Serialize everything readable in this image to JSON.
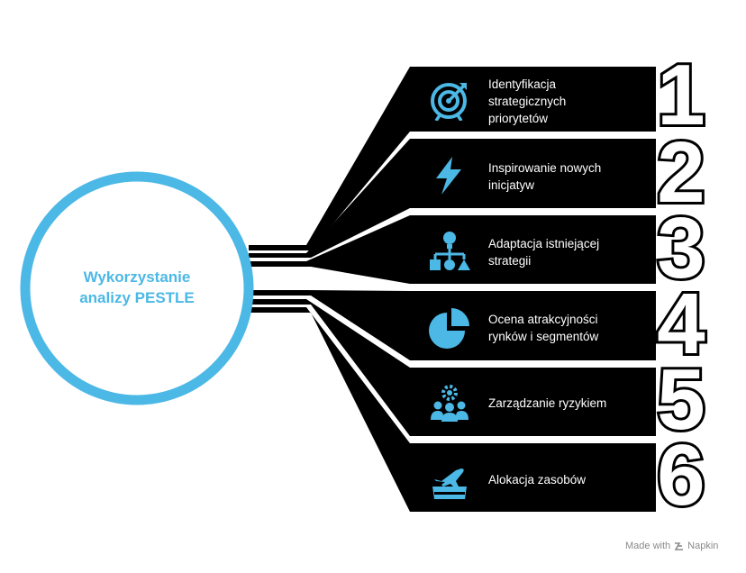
{
  "center": {
    "line1": "Wykorzystanie",
    "line2": "analizy PESTLE"
  },
  "items": [
    {
      "number": "1",
      "label_lines": [
        "Identyfikacja",
        "strategicznych",
        "priorytetów"
      ],
      "icon": "target-icon"
    },
    {
      "number": "2",
      "label_lines": [
        "Inspirowanie nowych",
        "inicjatyw"
      ],
      "icon": "lightning-icon"
    },
    {
      "number": "3",
      "label_lines": [
        "Adaptacja istniejącej",
        "strategii"
      ],
      "icon": "hierarchy-icon"
    },
    {
      "number": "4",
      "label_lines": [
        "Ocena atrakcyjności",
        "rynków i segmentów"
      ],
      "icon": "pie-chart-icon"
    },
    {
      "number": "5",
      "label_lines": [
        "Zarządzanie ryzykiem"
      ],
      "icon": "team-gear-icon"
    },
    {
      "number": "6",
      "label_lines": [
        "Alokacja zasobów"
      ],
      "icon": "airplane-tray-icon"
    }
  ],
  "footer": {
    "text": "Made with",
    "brand": "Napkin"
  },
  "colors": {
    "accent": "#4cb8e6",
    "band": "#000000",
    "text": "#ffffff"
  }
}
